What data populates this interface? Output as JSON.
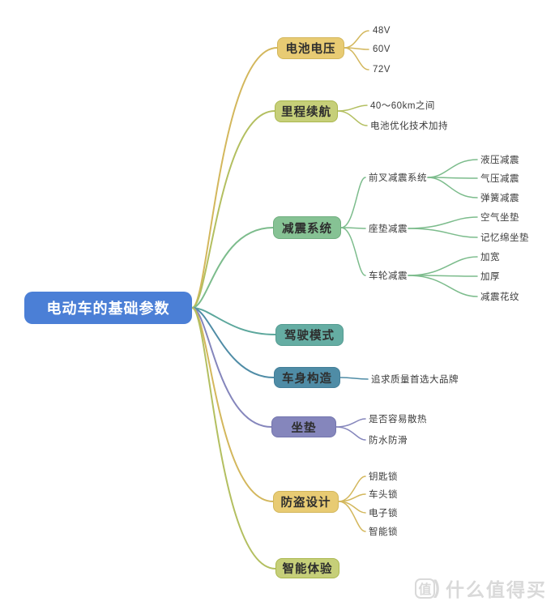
{
  "root": {
    "label": "电动车的基础参数"
  },
  "branches": [
    {
      "label": "电池电压",
      "color_key": "gold",
      "children": [
        {
          "label": "48V"
        },
        {
          "label": "60V"
        },
        {
          "label": "72V"
        }
      ]
    },
    {
      "label": "里程续航",
      "color_key": "olive",
      "children": [
        {
          "label": "40～60km之间"
        },
        {
          "label": "电池优化技术加持"
        }
      ]
    },
    {
      "label": "减震系统",
      "color_key": "green",
      "children": [
        {
          "label": "前叉减震系统",
          "children": [
            {
              "label": "液压减震"
            },
            {
              "label": "气压减震"
            },
            {
              "label": "弹簧减震"
            }
          ]
        },
        {
          "label": "座垫减震",
          "children": [
            {
              "label": "空气坐垫"
            },
            {
              "label": "记忆绵坐垫"
            }
          ]
        },
        {
          "label": "车轮减震",
          "children": [
            {
              "label": "加宽"
            },
            {
              "label": "加厚"
            },
            {
              "label": "减震花纹"
            }
          ]
        }
      ]
    },
    {
      "label": "驾驶模式",
      "color_key": "teal",
      "children": []
    },
    {
      "label": "车身构造",
      "color_key": "steelblue",
      "children": [
        {
          "label": "追求质量首选大品牌"
        }
      ]
    },
    {
      "label": "坐垫",
      "color_key": "purple",
      "children": [
        {
          "label": "是否容易散热"
        },
        {
          "label": "防水防滑"
        }
      ]
    },
    {
      "label": "防盗设计",
      "color_key": "gold",
      "children": [
        {
          "label": "钥匙锁"
        },
        {
          "label": "车头锁"
        },
        {
          "label": "电子锁"
        },
        {
          "label": "智能锁"
        }
      ]
    },
    {
      "label": "智能体验",
      "color_key": "olive",
      "children": []
    }
  ],
  "palette": {
    "root_bg": "#4B7FD6",
    "gold": {
      "fill": "#E8CB73",
      "border": "#D3B75C",
      "line": "#D3B75C"
    },
    "olive": {
      "fill": "#C6CF79",
      "border": "#ABB84F",
      "line": "#B3BF60"
    },
    "green": {
      "fill": "#86C294",
      "border": "#70AE7F",
      "line": "#7CBC8C"
    },
    "teal": {
      "fill": "#65ADA3",
      "border": "#549B91",
      "line": "#5CA79C"
    },
    "steelblue": {
      "fill": "#4F8CA6",
      "border": "#437E98",
      "line": "#4F8CA6"
    },
    "purple": {
      "fill": "#8586BC",
      "border": "#7476AE",
      "line": "#8586BC"
    }
  },
  "text_colors": {
    "root": "#FFFFFF",
    "branch": "#2E2E2E",
    "leaf": "#3C3C3C",
    "watermark": "#D9D9D9"
  },
  "watermark": {
    "badge": "值",
    "paren": ")",
    "text": "什么值得买"
  }
}
